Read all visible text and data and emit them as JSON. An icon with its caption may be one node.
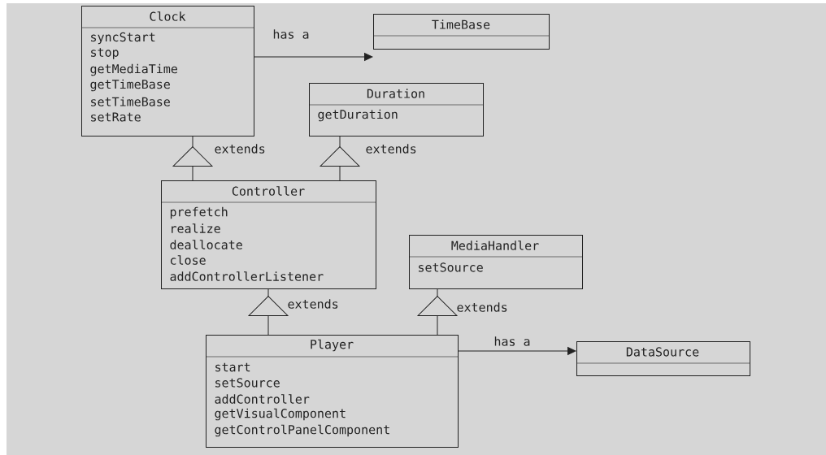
{
  "diagram": {
    "nodes": [
      {
        "text": [
          "Clock",
          "syncStart",
          "stop",
          "getMediaTime",
          "getTimeBase",
          "setTimeBase",
          "setRate"
        ]
      },
      {
        "text": [
          "TimeBase"
        ]
      },
      {
        "text": [
          "Duration",
          "getDuration"
        ]
      },
      {
        "text": [
          "Controller",
          "prefetch",
          "realize",
          "deallocate",
          "close",
          "addControllerListener"
        ]
      },
      {
        "text": [
          "MediaHandler",
          "setSource"
        ]
      },
      {
        "text": [
          "Player",
          "start",
          "setSource",
          "addController",
          "getVisualComponent",
          "getControlPanelComponent"
        ]
      },
      {
        "text": [
          "DataSource"
        ]
      }
    ],
    "edges": [
      {
        "from": 0,
        "to": 1,
        "arrow": "to",
        "label": "has a"
      },
      {
        "from": 3,
        "to": 0,
        "arrow": "to",
        "label": "extends"
      },
      {
        "from": 3,
        "to": 2,
        "arrow": "to",
        "label": "extends"
      },
      {
        "from": 5,
        "to": 3,
        "arrow": "to",
        "label": "extends"
      },
      {
        "from": 5,
        "to": 4,
        "arrow": "to",
        "label": "extends"
      },
      {
        "from": 5,
        "to": 6,
        "arrow": "to",
        "label": "has a"
      }
    ]
  }
}
